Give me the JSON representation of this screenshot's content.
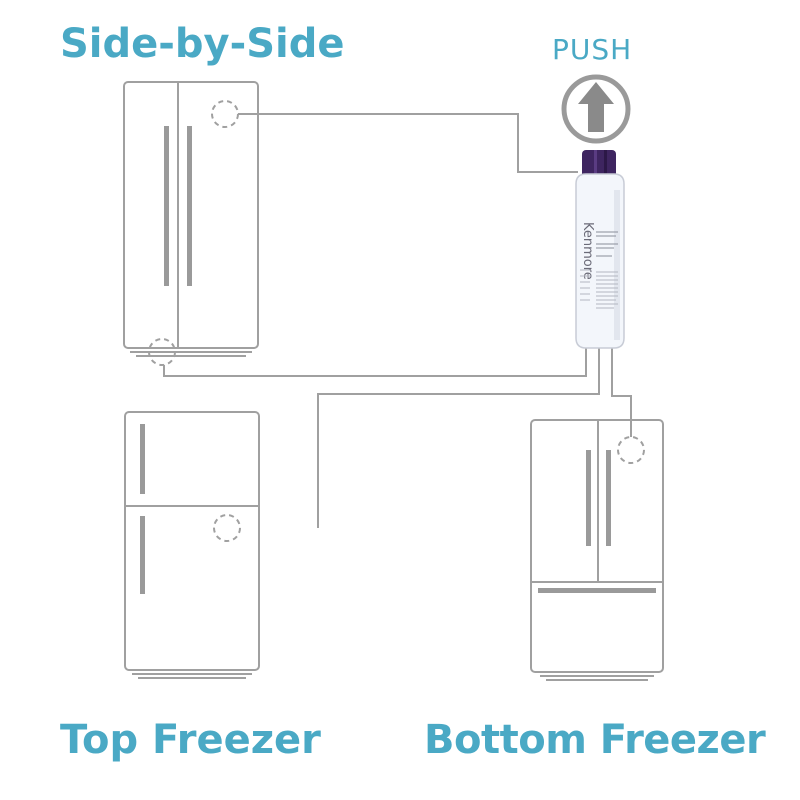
{
  "labels": {
    "side_by_side": "Side-by-Side",
    "top_freezer": "Top Freezer",
    "bottom_freezer": "Bottom Freezer",
    "push": "PUSH"
  },
  "filter": {
    "brand": "Kenmore"
  },
  "colors": {
    "accent": "#4aa9c5",
    "outline": "#9a9a9a",
    "cap": "#3e2560"
  },
  "icons": {
    "push": "up-arrow-icon",
    "filter_location": "dashed-circle-icon"
  }
}
